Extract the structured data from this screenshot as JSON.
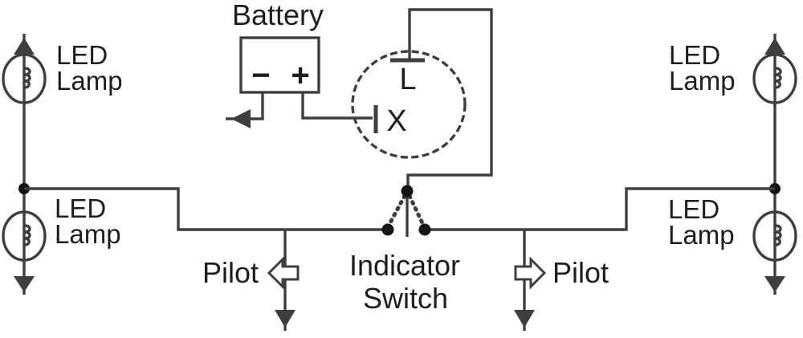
{
  "colors": {
    "background": "#ffffff",
    "wire": "#3e3e3e",
    "text": "#1e1e1e",
    "contact": "#141414"
  },
  "components": {
    "battery": {
      "label": "Battery",
      "negative_terminal": "−",
      "positive_terminal": "+"
    },
    "flasher_relay": {
      "load_terminal": "L",
      "power_terminal": "X"
    },
    "indicator_switch": {
      "label_line1": "Indicator",
      "label_line2": "Switch"
    },
    "pilot_left": {
      "label": "Pilot"
    },
    "pilot_right": {
      "label": "Pilot"
    },
    "led_lamp_top_left": {
      "label_line1": "LED",
      "label_line2": "Lamp"
    },
    "led_lamp_bottom_left": {
      "label_line1": "LED",
      "label_line2": "Lamp"
    },
    "led_lamp_top_right": {
      "label_line1": "LED",
      "label_line2": "Lamp"
    },
    "led_lamp_bottom_right": {
      "label_line1": "LED",
      "label_line2": "Lamp"
    }
  }
}
